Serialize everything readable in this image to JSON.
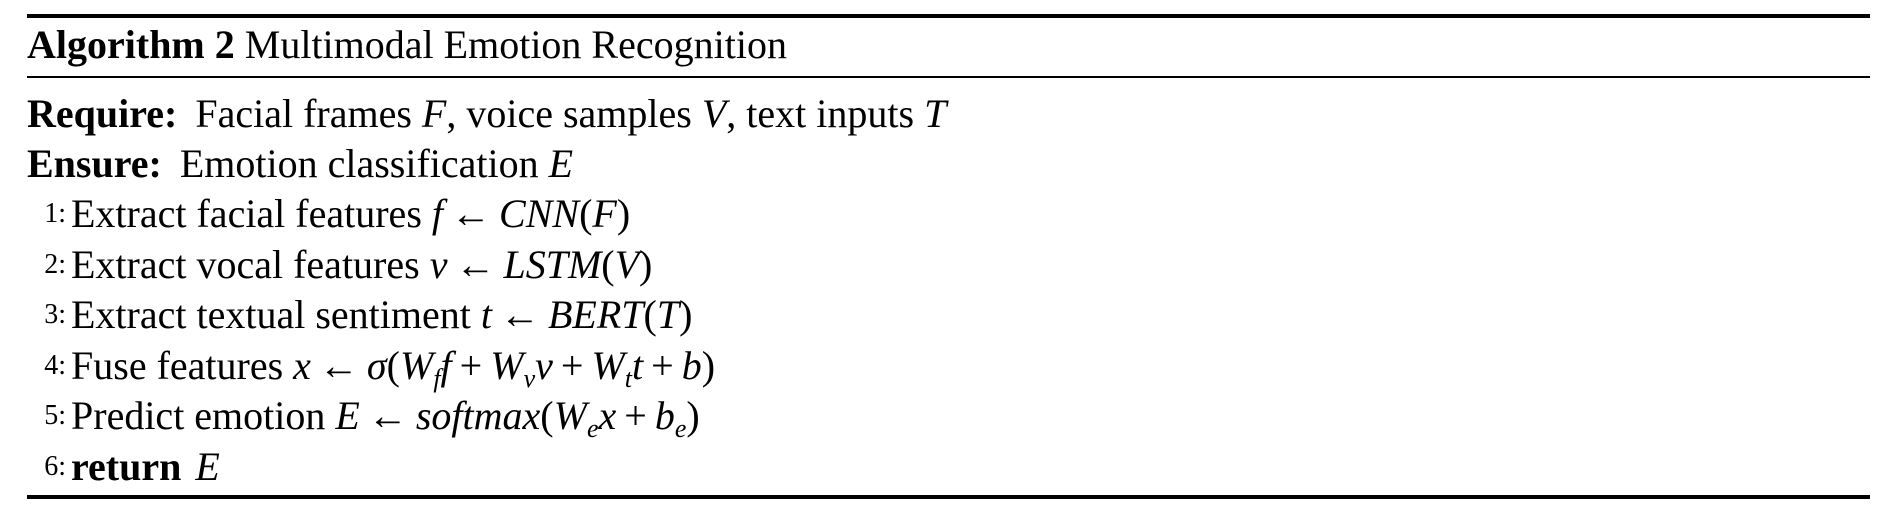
{
  "algorithm": {
    "label": "Algorithm 2",
    "title": "Multimodal Emotion Recognition",
    "require": {
      "keyword": "Require:",
      "parts": [
        "Facial frames ",
        "F",
        ", voice samples ",
        "V",
        ", text inputs ",
        "T"
      ]
    },
    "ensure": {
      "keyword": "Ensure:",
      "parts": [
        "Emotion classification ",
        "E"
      ]
    },
    "steps": [
      {
        "num": "1:",
        "text": "Extract facial features ",
        "var": "f",
        "arrow": "←",
        "func": "CNN",
        "arg": "F"
      },
      {
        "num": "2:",
        "text": "Extract vocal features ",
        "var": "v",
        "arrow": "←",
        "func": "LSTM",
        "arg": "V"
      },
      {
        "num": "3:",
        "text": "Extract textual sentiment ",
        "var": "t",
        "arrow": "←",
        "func": "BERT",
        "arg": "T"
      },
      {
        "num": "4:",
        "text": "Fuse features ",
        "var": "x",
        "arrow": "←",
        "func": "σ",
        "terms": [
          {
            "W": "W",
            "sub": "f",
            "v": "f"
          },
          {
            "W": "W",
            "sub": "v",
            "v": "v"
          },
          {
            "W": "W",
            "sub": "t",
            "v": "t"
          }
        ],
        "plus": "+",
        "bias": "b"
      },
      {
        "num": "5:",
        "text": "Predict emotion ",
        "var": "E",
        "arrow": "←",
        "func": "softmax",
        "W": "W",
        "sub": "e",
        "x": "x",
        "plus": "+",
        "bias": "b",
        "bias_sub": "e"
      },
      {
        "num": "6:",
        "keyword": "return",
        "var": "E"
      }
    ]
  }
}
